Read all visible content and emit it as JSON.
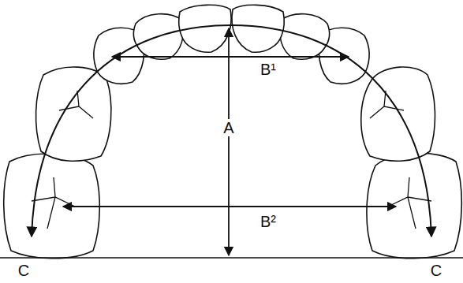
{
  "diagram": {
    "labels": [
      "B¹",
      "A",
      "B²",
      "C",
      "C"
    ]
  }
}
